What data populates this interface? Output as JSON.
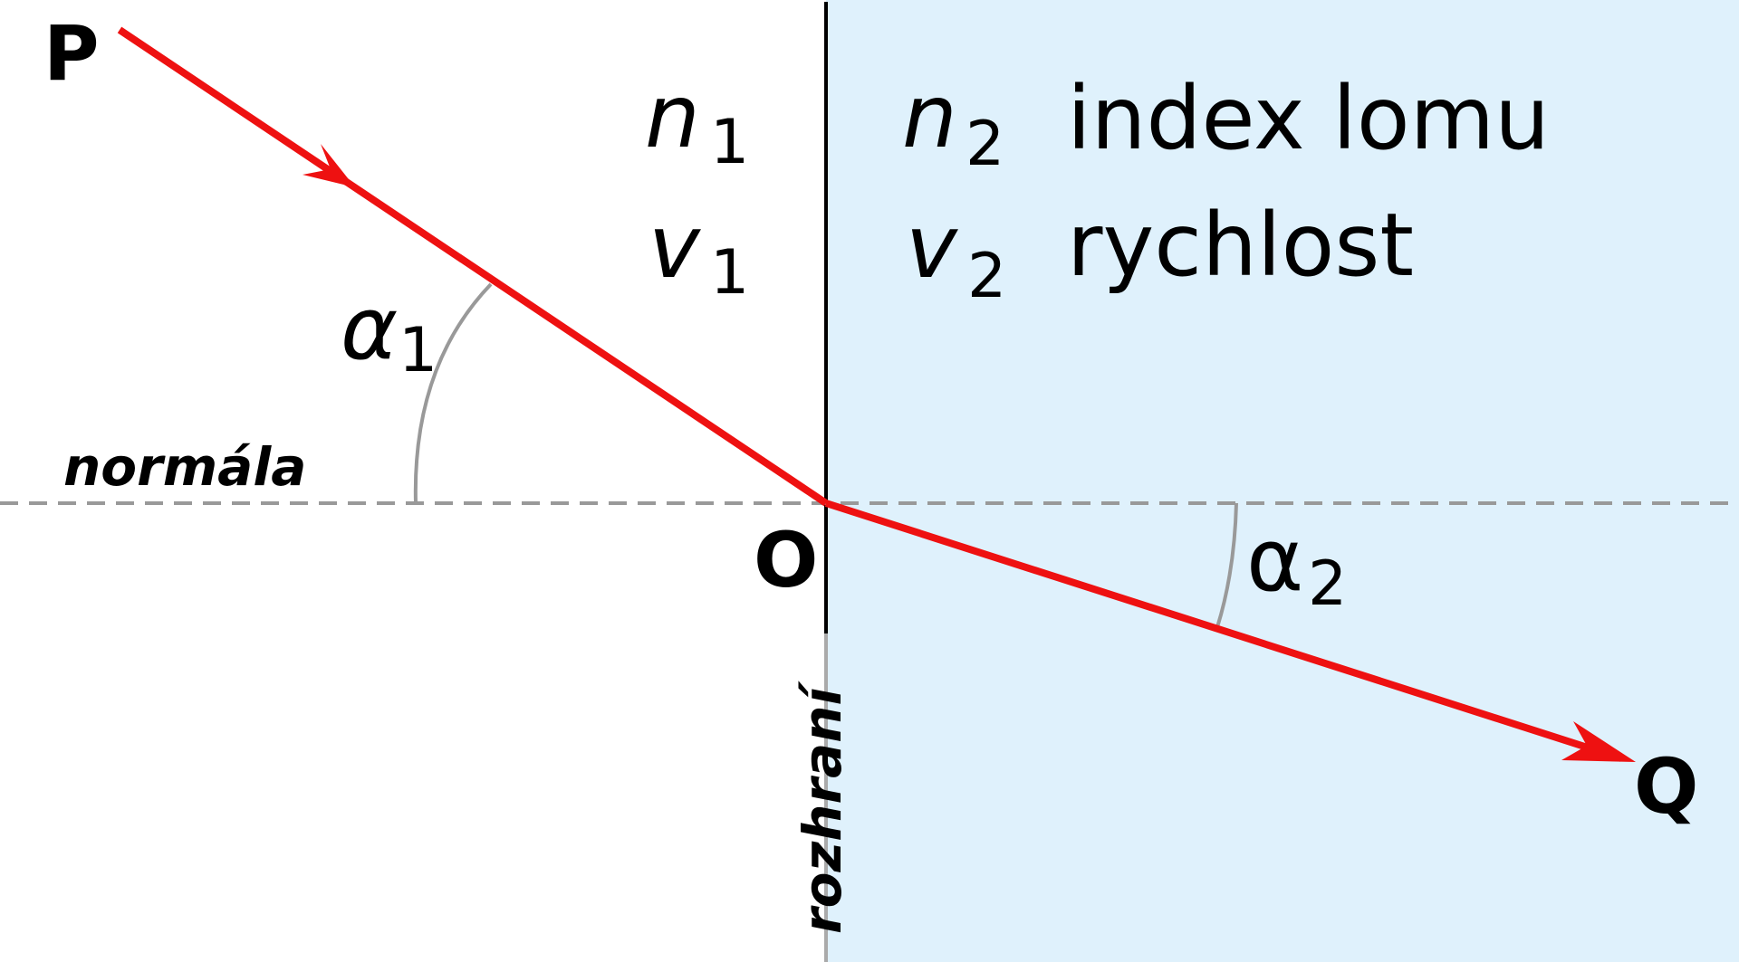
{
  "diagram": {
    "points": {
      "P": "P",
      "O": "O",
      "Q": "Q"
    },
    "medium1": {
      "n": "n",
      "n_sub": "1",
      "v": "v",
      "v_sub": "1"
    },
    "medium2": {
      "n": "n",
      "n_sub": "2",
      "v": "v",
      "v_sub": "2",
      "n_desc": "index lomu",
      "v_desc": "rychlost"
    },
    "angles": {
      "alpha1": "α",
      "alpha1_sub": "1",
      "alpha2": "α",
      "alpha2_sub": "2"
    },
    "labels": {
      "normal": "normála",
      "interface": "rozhraní"
    },
    "colors": {
      "ray": "#ee1111",
      "medium2_fill": "#dff1fc",
      "normal_line": "#999999",
      "angle_arc": "#999999",
      "interface_line": "#000000"
    }
  }
}
